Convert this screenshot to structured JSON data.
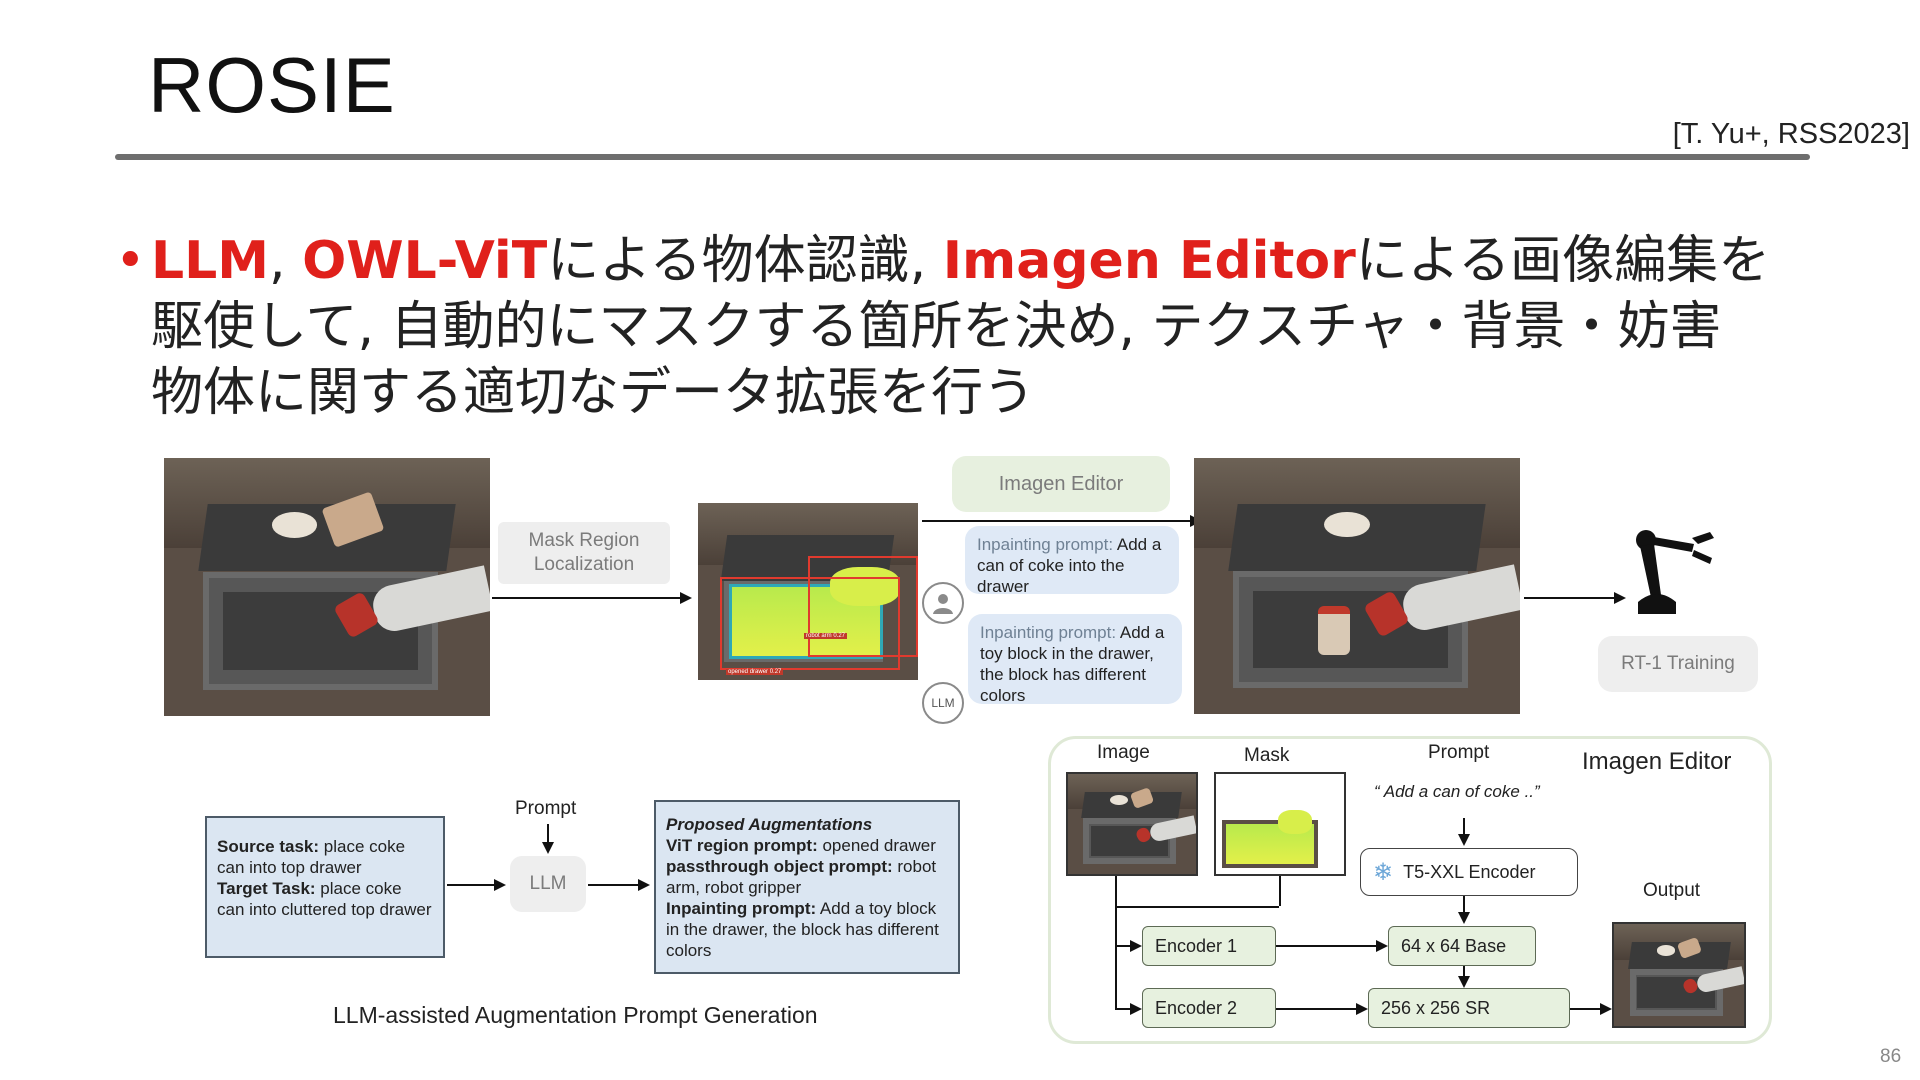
{
  "slide": {
    "title": "ROSIE",
    "citation": "[T. Yu+, RSS2023]",
    "page_number": "86",
    "bullet": {
      "t1": "LLM",
      "t2": ", ",
      "t3": "OWL-ViT",
      "t4": "による物体認識, ",
      "t5": "Imagen Editor",
      "t6": "による画像編集を駆使して, 自動的にマスクする箇所を決め, テクスチャ・背景・妨害物体に関する適切なデータ拡張を行う"
    }
  },
  "top_pipeline": {
    "mask_region_label": "Mask Region Localization",
    "imagen_editor_label": "Imagen Editor",
    "rt1_label": "RT-1 Training",
    "llm_icon_label": "LLM",
    "bubble1": {
      "label": "Inpainting prompt:",
      "text": " Add a can of coke into the drawer"
    },
    "bubble2": {
      "label": "Inpainting prompt:",
      "text": " Add a toy block in the drawer, the block has different colors"
    },
    "mask_tags": {
      "tag1": "robot arm 0.27",
      "tag2": "opened drawer 0.27"
    }
  },
  "llm_diagram": {
    "prompt_label": "Prompt",
    "llm_label": "LLM",
    "source_box": {
      "l1b": "Source task:",
      "l1": " place coke can into top drawer",
      "l2b": "Target Task:",
      "l2": " place coke can into cluttered top drawer"
    },
    "output_box": {
      "title": "Proposed Augmentations",
      "l1b": "ViT region prompt:",
      "l1": " opened drawer",
      "l2b": "passthrough object prompt:",
      "l2": " robot arm, robot gripper",
      "l3b": "Inpainting prompt:",
      "l3": " Add a toy block in the drawer, the block has different colors"
    },
    "caption": "LLM-assisted Augmentation Prompt Generation"
  },
  "imagen_diagram": {
    "title": "Imagen Editor",
    "image_label": "Image",
    "mask_label": "Mask",
    "prompt_label": "Prompt",
    "prompt_text": "“ Add a can of coke ..”",
    "encoder_t5": "T5-XXL Encoder",
    "encoder1": "Encoder 1",
    "encoder2": "Encoder 2",
    "base": "64 x 64 Base",
    "sr": "256 x 256 SR",
    "output_label": "Output"
  }
}
